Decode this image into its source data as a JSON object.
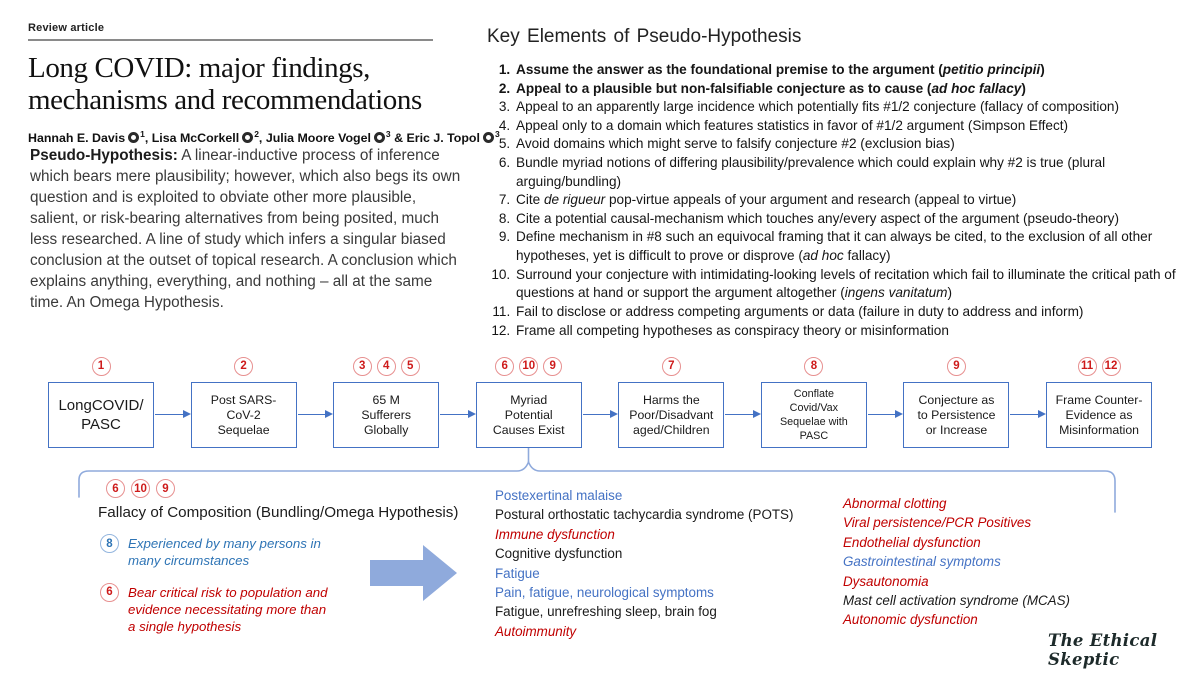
{
  "paper": {
    "kicker": "Review article",
    "title": "Long COVID: major findings, mechanisms and recommendations",
    "authors": [
      {
        "name": "Hannah E. Davis",
        "sup": "1",
        "sep": ", "
      },
      {
        "name": "Lisa McCorkell",
        "sup": "2",
        "sep": ", "
      },
      {
        "name": "Julia Moore Vogel",
        "sup": "3",
        "sep": " & "
      },
      {
        "name": "Eric J. Topol",
        "sup": "3",
        "sep": ""
      }
    ],
    "definition_term": "Pseudo-Hypothesis:",
    "definition_body": "  A linear-inductive process of inference which bears mere plausibility; however, which also begs its own question and is exploited to obviate other more plausible, salient, or risk-bearing alternatives from being posited, much less researched. A line of study which infers a singular biased conclusion at the outset of topical research. A conclusion which explains anything, everything, and nothing – all at the same time. An Omega Hypothesis."
  },
  "key_elements": {
    "title": "Key Elements of Pseudo-Hypothesis",
    "items": [
      {
        "bold": true,
        "segments": [
          {
            "t": "Assume the answer as the foundational premise to the argument ("
          },
          {
            "t": "petitio principii",
            "i": true
          },
          {
            "t": ")"
          }
        ]
      },
      {
        "bold": true,
        "segments": [
          {
            "t": "Appeal to a plausible but non-falsifiable conjecture as to cause ("
          },
          {
            "t": "ad hoc fallacy",
            "i": true
          },
          {
            "t": ")"
          }
        ]
      },
      {
        "bold": false,
        "segments": [
          {
            "t": "Appeal to an apparently large incidence which potentially fits #1/2 conjecture (fallacy of composition)"
          }
        ]
      },
      {
        "bold": false,
        "segments": [
          {
            "t": "Appeal only to a domain which features statistics in favor of #1/2 argument (Simpson Effect)"
          }
        ]
      },
      {
        "bold": false,
        "segments": [
          {
            "t": "Avoid domains which might serve to falsify conjecture #2 (exclusion bias)"
          }
        ]
      },
      {
        "bold": false,
        "segments": [
          {
            "t": "Bundle myriad notions of differing plausibility/prevalence which could explain why #2 is true (plural arguing/bundling)"
          }
        ]
      },
      {
        "bold": false,
        "segments": [
          {
            "t": "Cite "
          },
          {
            "t": "de rigueur",
            "i": true
          },
          {
            "t": " pop-virtue appeals of your argument and research (appeal to virtue)"
          }
        ]
      },
      {
        "bold": false,
        "segments": [
          {
            "t": "Cite a potential causal-mechanism which touches any/every aspect of the argument (pseudo-theory)"
          }
        ]
      },
      {
        "bold": false,
        "segments": [
          {
            "t": "Define mechanism in #8 such an equivocal framing that it can always be cited, to the exclusion of all other hypotheses, yet is difficult to prove or disprove ("
          },
          {
            "t": "ad hoc",
            "i": true
          },
          {
            "t": " fallacy)"
          }
        ]
      },
      {
        "bold": false,
        "segments": [
          {
            "t": "Surround your conjecture with intimidating-looking levels of recitation which fail to illuminate the critical path of questions at hand or support the argument altogether ("
          },
          {
            "t": "ingens vanitatum",
            "i": true
          },
          {
            "t": ")"
          }
        ]
      },
      {
        "bold": false,
        "segments": [
          {
            "t": "Fail to disclose or address competing arguments or data (failure in duty to address and inform)"
          }
        ]
      },
      {
        "bold": false,
        "segments": [
          {
            "t": "Frame all competing hypotheses as conspiracy theory or misinformation"
          }
        ]
      }
    ]
  },
  "flowchart": {
    "steps": [
      {
        "badges": [
          "1"
        ],
        "size": "lg",
        "lines": [
          "LongCOVID/",
          "PASC"
        ]
      },
      {
        "badges": [
          "2"
        ],
        "size": "md",
        "lines": [
          "Post SARS-",
          "CoV-2",
          "Sequelae"
        ]
      },
      {
        "badges": [
          "3",
          "4",
          "5"
        ],
        "size": "md",
        "lines": [
          "65 M",
          "Sufferers",
          "Globally"
        ]
      },
      {
        "badges": [
          "6",
          "10",
          "9"
        ],
        "size": "md",
        "lines": [
          "Myriad",
          "Potential",
          "Causes Exist"
        ]
      },
      {
        "badges": [
          "7"
        ],
        "size": "md",
        "lines": [
          "Harms the",
          "Poor/Disadvant",
          "aged/Children"
        ]
      },
      {
        "badges": [
          "8"
        ],
        "size": "sm",
        "lines": [
          "Conflate",
          "Covid/Vax",
          "Sequelae with",
          "PASC"
        ]
      },
      {
        "badges": [
          "9"
        ],
        "size": "md",
        "lines": [
          "Conjecture as",
          "to Persistence",
          "or Increase"
        ]
      },
      {
        "badges": [
          "11",
          "12"
        ],
        "size": "md",
        "lines": [
          "Frame Counter-",
          "Evidence as",
          "Misinformation"
        ]
      }
    ]
  },
  "fallacy": {
    "badges": [
      "6",
      "10",
      "9"
    ],
    "title": "Fallacy of Composition (Bundling/Omega Hypothesis)",
    "notes": [
      {
        "badge": "8",
        "color": "blue",
        "lines": [
          "Experienced by many persons in",
          "many circumstances"
        ]
      },
      {
        "badge": "6",
        "color": "red",
        "lines": [
          "Bear critical risk to population and",
          "evidence necessitating more than",
          "a single hypothesis"
        ]
      }
    ]
  },
  "symptoms": {
    "col1": [
      {
        "text": "Postexertinal malaise",
        "color": "blue",
        "italic": false
      },
      {
        "text": "Postural orthostatic tachycardia syndrome (POTS)",
        "color": "black",
        "italic": false
      },
      {
        "text": "Immune dysfunction",
        "color": "red",
        "italic": true
      },
      {
        "text": "Cognitive dysfunction",
        "color": "black",
        "italic": false
      },
      {
        "text": "Fatigue",
        "color": "blue",
        "italic": false
      },
      {
        "text": "Pain, fatigue, neurological symptoms",
        "color": "blue",
        "italic": false
      },
      {
        "text": "Fatigue, unrefreshing sleep, brain fog",
        "color": "black",
        "italic": false
      },
      {
        "text": "Autoimmunity",
        "color": "red",
        "italic": true
      }
    ],
    "col2": [
      {
        "text": "Abnormal clotting",
        "color": "red",
        "italic": true
      },
      {
        "text": "Viral persistence/PCR Positives",
        "color": "red",
        "italic": true
      },
      {
        "text": "Endothelial dysfunction",
        "color": "red",
        "italic": true
      },
      {
        "text": "Gastrointestinal symptoms",
        "color": "blue",
        "italic": true
      },
      {
        "text": "Dysautonomia",
        "color": "red",
        "italic": true
      },
      {
        "text": "Mast cell activation syndrome (MCAS)",
        "color": "black",
        "italic": true
      },
      {
        "text": "Autonomic dysfunction",
        "color": "red",
        "italic": true
      }
    ]
  },
  "signature": "The Ethical Skeptic",
  "colors": {
    "box_border_blue": "#4472C4",
    "badge_red": "#CE1B1B",
    "badge_blue": "#2E74B5",
    "text_red": "#C00000",
    "text_blue": "#4472C4",
    "note_blue": "#2E74B5",
    "brace_blue": "#8FAADC",
    "block_arrow_blue": "#8FAADC"
  }
}
